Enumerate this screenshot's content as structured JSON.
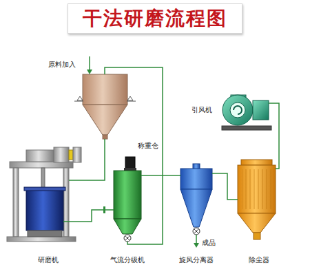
{
  "diagram": {
    "title": "干法研磨流程图",
    "nodes": [
      {
        "text": [
          "称重仓"
        ]
      },
      {
        "text": [
          "研磨机"
        ]
      },
      {
        "text": [
          "气流分级机"
        ]
      },
      {
        "text": [
          "旋风分离器"
        ]
      },
      {
        "text": [
          "除尘器"
        ]
      },
      {
        "text": [
          "引风机"
        ]
      }
    ],
    "edges": [
      {
        "from": 0,
        "to": 1,
        "arrow": "none"
      },
      {
        "from": 1,
        "to": 2,
        "arrow": "none"
      },
      {
        "from": 2,
        "to": 0,
        "arrow": "none"
      },
      {
        "from": 2,
        "to": 3,
        "arrow": "none"
      },
      {
        "from": 3,
        "to": 4,
        "arrow": "none"
      },
      {
        "from": 4,
        "to": 5,
        "arrow": "none"
      }
    ],
    "labels": [
      "原料加入",
      "成品"
    ]
  }
}
